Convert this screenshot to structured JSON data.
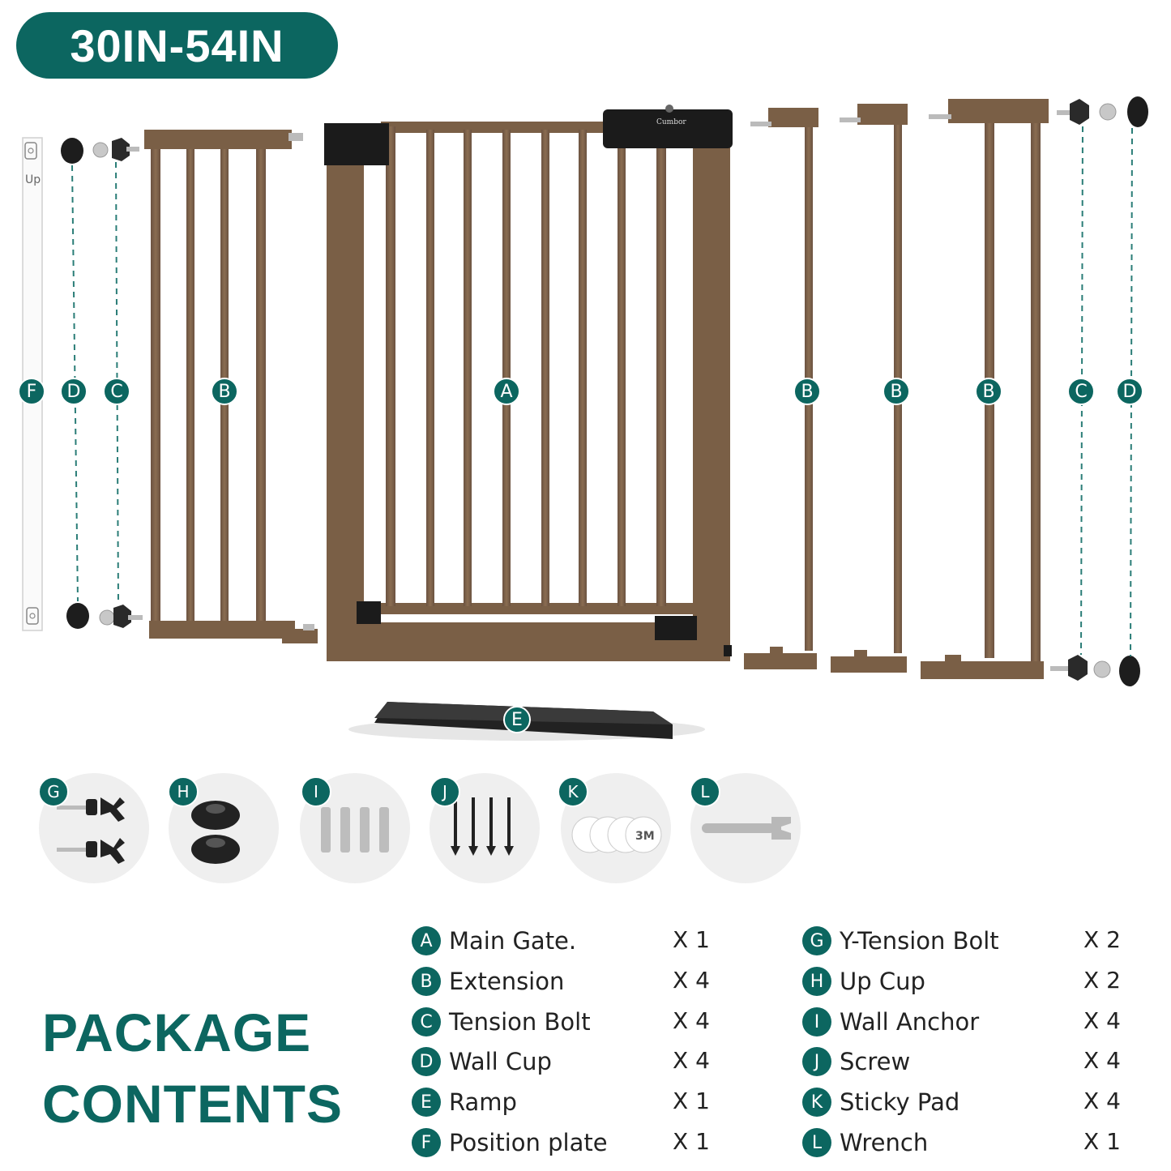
{
  "size_badge": "30IN-54IN",
  "product_brand": "Cumbor",
  "position_plate_text": "Up",
  "diagram_markers": {
    "f": "F",
    "d_left": "D",
    "c_left": "C",
    "b_left": "B",
    "a": "A",
    "b1": "B",
    "b2": "B",
    "b3": "B",
    "c_right": "C",
    "d_right": "D",
    "e": "E"
  },
  "accessories": [
    "G",
    "H",
    "I",
    "J",
    "K",
    "L"
  ],
  "sticky_pad_print": "3M",
  "title_line1": "PACKAGE",
  "title_line2": "CONTENTS",
  "items_left": [
    {
      "letter": "A",
      "name": "Main Gate.",
      "qty": "X 1"
    },
    {
      "letter": "B",
      "name": "Extension",
      "qty": "X 4"
    },
    {
      "letter": "C",
      "name": "Tension Bolt",
      "qty": "X 4"
    },
    {
      "letter": "D",
      "name": "Wall Cup",
      "qty": "X 4"
    },
    {
      "letter": "E",
      "name": "Ramp",
      "qty": "X 1"
    },
    {
      "letter": "F",
      "name": "Position plate",
      "qty": "X 1"
    }
  ],
  "items_right": [
    {
      "letter": "G",
      "name": "Y-Tension Bolt",
      "qty": "X 2"
    },
    {
      "letter": "H",
      "name": "Up Cup",
      "qty": "X 2"
    },
    {
      "letter": "I",
      "name": "Wall Anchor",
      "qty": "X 4"
    },
    {
      "letter": "J",
      "name": "Screw",
      "qty": "X 4"
    },
    {
      "letter": "K",
      "name": "Sticky Pad",
      "qty": "X 4"
    },
    {
      "letter": "L",
      "name": "Wrench",
      "qty": "X 1"
    }
  ],
  "colors": {
    "brand": "#0c6660",
    "gate_brown": "#7a5f46",
    "black": "#1b1b1b"
  }
}
